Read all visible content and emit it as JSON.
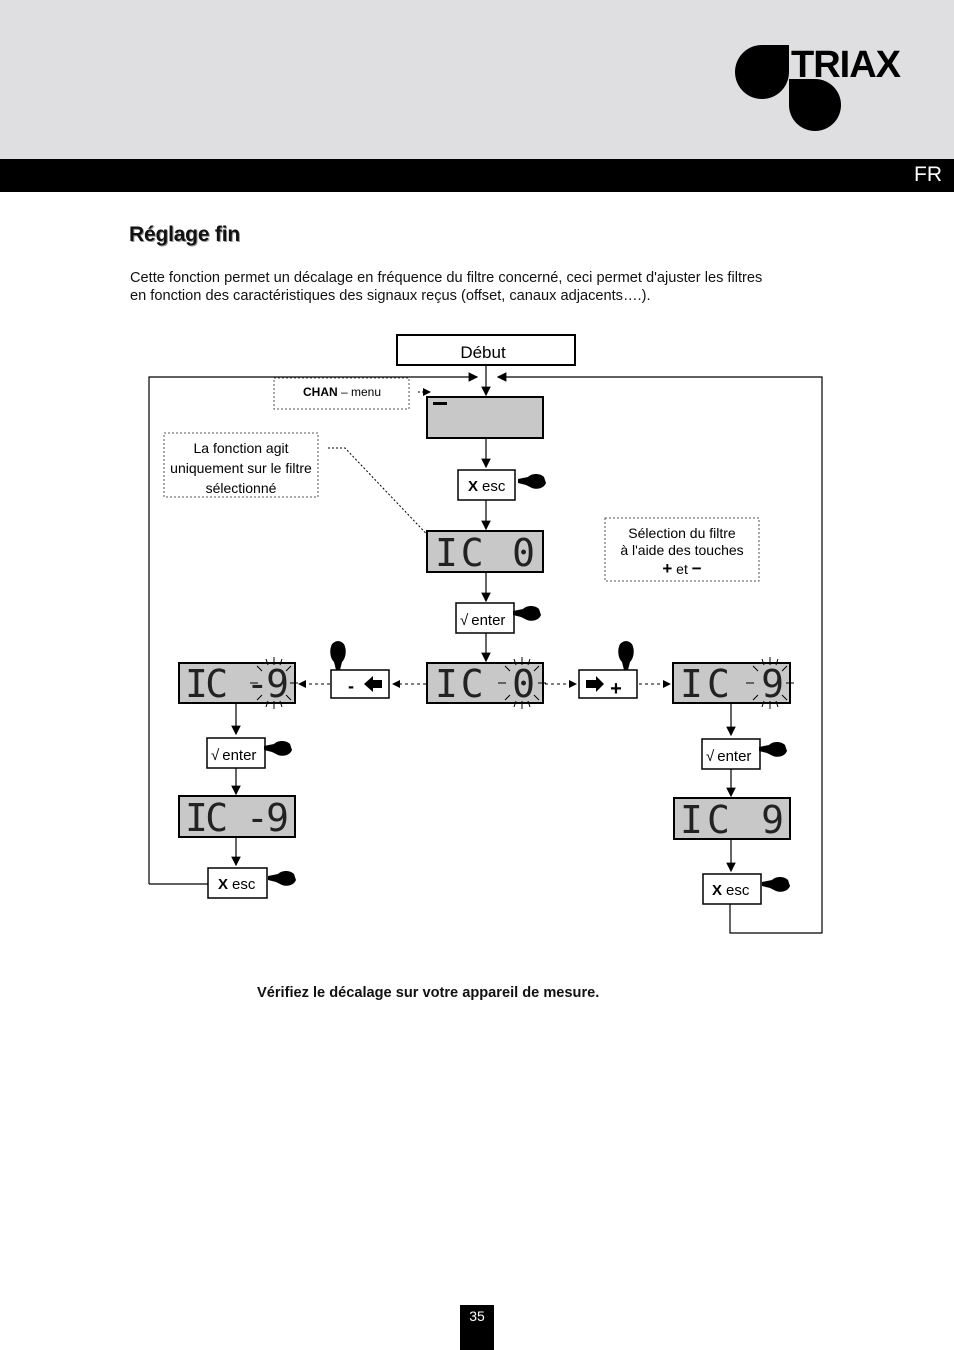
{
  "header": {
    "brand": "TRIAX",
    "lang": "FR"
  },
  "section": {
    "title": "Réglage fin",
    "intro_line1": "Cette fonction permet un décalage en fréquence du filtre concerné, ceci permet d'ajuster les filtres",
    "intro_line2": "en fonction des caractéristiques des signaux reçus (offset, canaux adjacents….)."
  },
  "diagram": {
    "start": "Début",
    "chan_bold": "CHAN",
    "chan_rest": " – menu",
    "note_left": [
      "La fonction agit",
      "uniquement sur le filtre",
      "sélectionné"
    ],
    "note_right": [
      "Sélection du filtre",
      "à l'aide des touches"
    ],
    "note_right_plus": "+",
    "note_right_et": " et ",
    "note_right_minus": "−",
    "esc_x": "X",
    "esc": "esc",
    "enter_check": "√",
    "enter": "enter",
    "lcd_center": "IC 0",
    "lcd_left": "IC -9",
    "lcd_right": "IC 9",
    "minus_key": "-",
    "plus_key": "+"
  },
  "footnote": "Vérifiez le décalage sur votre appareil de mesure.",
  "page_number": "35"
}
